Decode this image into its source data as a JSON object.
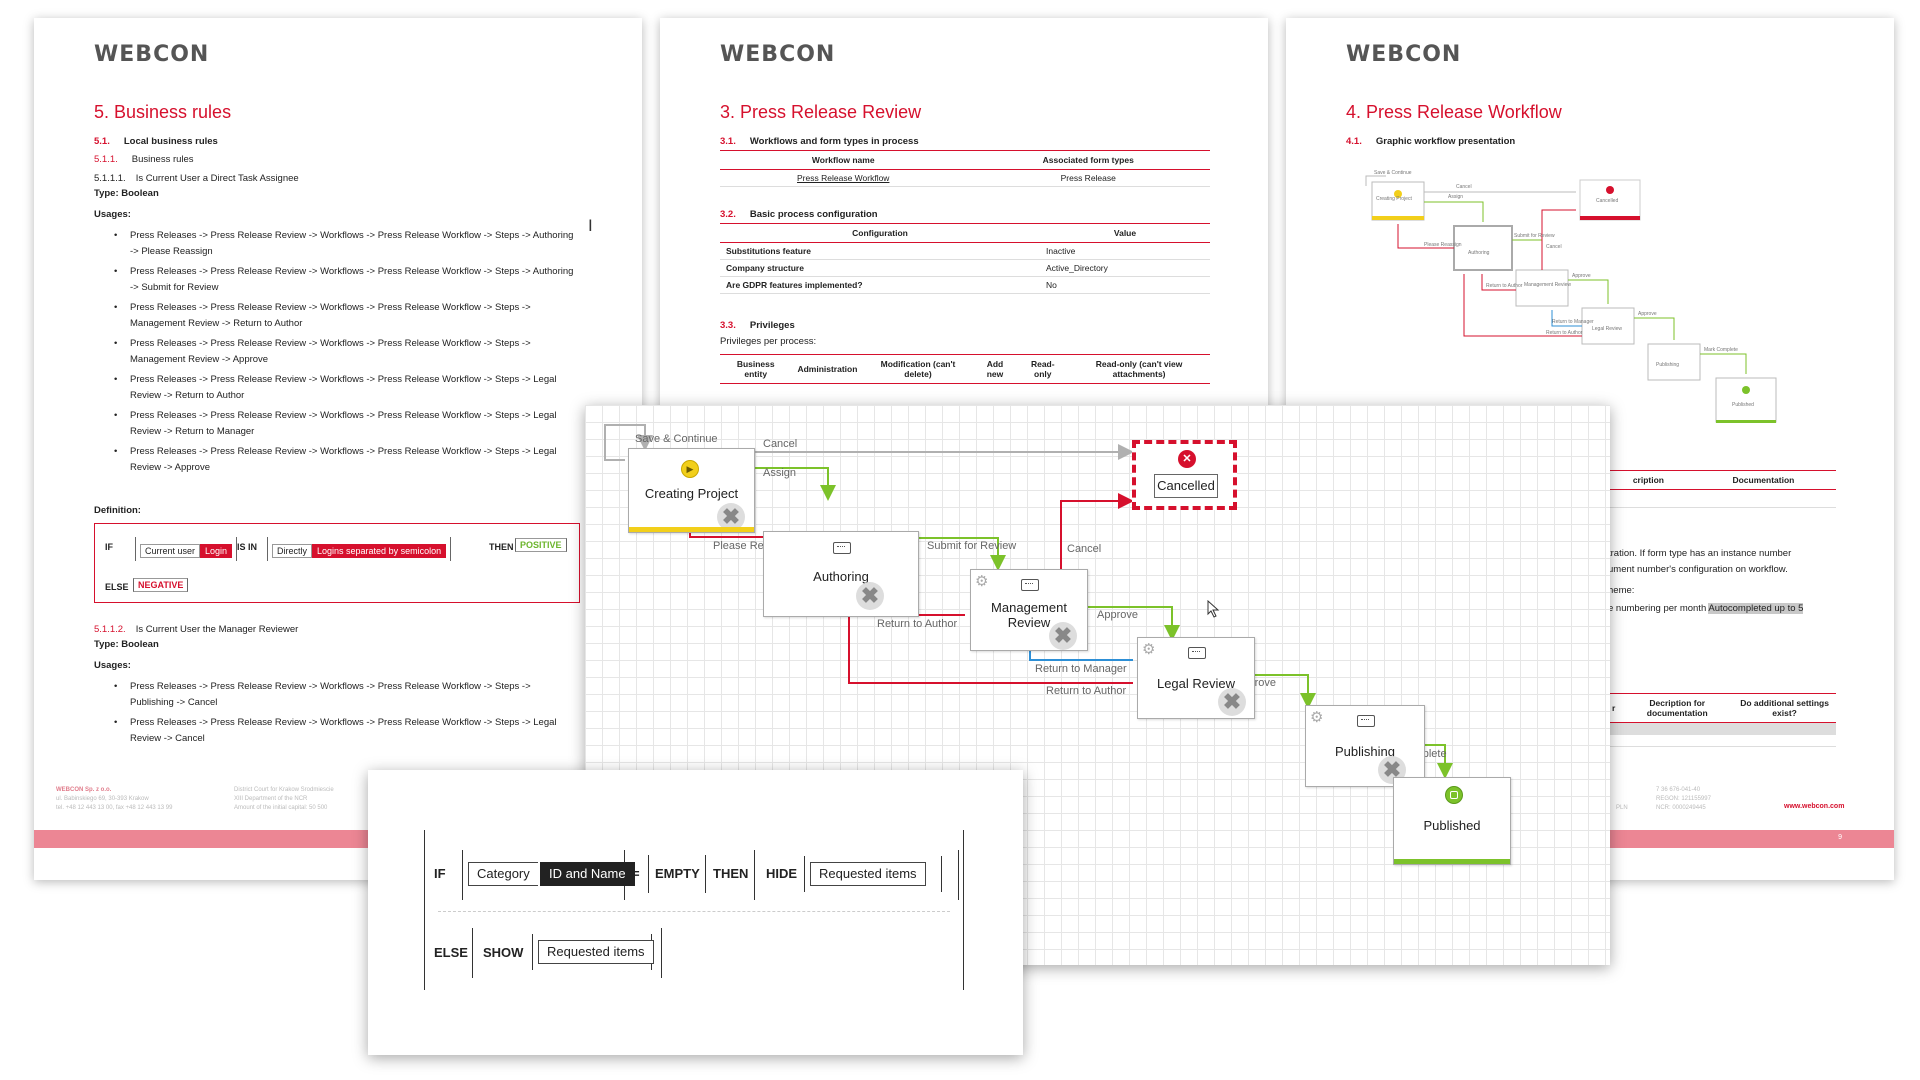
{
  "logo": "WEBCON",
  "page1": {
    "title": "5. Business rules",
    "s51_num": "5.1.",
    "s51": "Local business rules",
    "s511_num": "5.1.1.",
    "s511": "Business rules",
    "rule1_num": "5.1.1.1.",
    "rule1": "Is Current User a Direct Task Assignee",
    "type1": "Type: Boolean",
    "usages_label": "Usages:",
    "usages1": [
      "Press Releases -> Press Release Review -> Workflows -> Press Release Workflow -> Steps -> Authoring -> Please Reassign",
      "Press Releases -> Press Release Review -> Workflows -> Press Release Workflow -> Steps -> Authoring -> Submit for Review",
      "Press Releases -> Press Release Review -> Workflows -> Press Release Workflow -> Steps -> Management Review -> Return to Author",
      "Press Releases -> Press Release Review -> Workflows -> Press Release Workflow -> Steps -> Management Review -> Approve",
      "Press Releases -> Press Release Review -> Workflows -> Press Release Workflow -> Steps -> Legal Review -> Return to Author",
      "Press Releases -> Press Release Review -> Workflows -> Press Release Workflow -> Steps -> Legal Review -> Return to Manager",
      "Press Releases -> Press Release Review -> Workflows -> Press Release Workflow -> Steps -> Legal Review -> Approve"
    ],
    "definition_label": "Definition:",
    "def": {
      "if": "IF",
      "current_user": "Current user",
      "login": "Login",
      "is_in": "IS IN",
      "directly": "Directly",
      "logins": "Logins separated by semicolon",
      "then": "THEN",
      "positive": "POSITIVE",
      "else": "ELSE",
      "negative": "NEGATIVE"
    },
    "rule2_num": "5.1.1.2.",
    "rule2": "Is Current User the Manager Reviewer",
    "type2": "Type: Boolean",
    "usages2": [
      "Press Releases -> Press Release Review -> Workflows -> Press Release Workflow -> Steps -> Publishing -> Cancel",
      "Press Releases -> Press Release Review -> Workflows -> Press Release Workflow -> Steps -> Legal Review -> Cancel"
    ],
    "footer": "WEBCON Sp. z o.o.",
    "footer_addr": "ul. Babinskiego 69, 30-393 Krakow",
    "footer_tel": "tel. +48 12 443 13 00, fax +48 12 443 13 99",
    "footer_court": "District Court for Krakow Srodmiescie",
    "footer_dept": "XIII Department of the NCR",
    "footer_cap": "Amount of the initial capital: 50 500"
  },
  "page2": {
    "title": "3. Press Release Review",
    "s31_num": "3.1.",
    "s31": "Workflows and form types in process",
    "t1_headers": [
      "Workflow name",
      "Associated form types"
    ],
    "t1_rows": [
      [
        "Press Release Workflow",
        "Press Release"
      ]
    ],
    "s32_num": "3.2.",
    "s32": "Basic process configuration",
    "t2_headers": [
      "Configuration",
      "Value"
    ],
    "t2_rows": [
      [
        "Substitutions feature",
        "Inactive"
      ],
      [
        "Company structure",
        "Active_Directory"
      ],
      [
        "Are GDPR features implemented?",
        "No"
      ]
    ],
    "s33_num": "3.3.",
    "s33": "Privileges",
    "priv_text": "Privileges per process:",
    "t3_headers": [
      "Business entity",
      "Administration",
      "Modification (can't delete)",
      "Add new",
      "Read-only",
      "Read-only (can't view attachments)"
    ]
  },
  "page3": {
    "title": "4. Press Release Workflow",
    "s41_num": "4.1.",
    "s41": "Graphic workflow presentation",
    "mini_labels": [
      "Save & Continue",
      "Creating Project",
      "Cancel",
      "Assign",
      "Cancelled",
      "Please Reassign",
      "Authoring",
      "Submit for Review",
      "Cancel",
      "Return to Author",
      "Management Review",
      "Approve",
      "Return to Author",
      "Return to Manager",
      "Legal Review",
      "Approve",
      "Publishing",
      "Mark Complete",
      "Published"
    ],
    "table_headers": [
      "cription",
      "Documentation"
    ],
    "text1": "tration. If form type has an instance number",
    "text2": "ument number's configuration on workflow.",
    "text3": "heme:",
    "text4": "e numbering per month",
    "text4_hl": "Autocompleted up to 5",
    "table2_headers": [
      "r",
      "Decription for documentation",
      "Do additional settings exist?"
    ],
    "footer_a": "7 36 676-041-40",
    "footer_b": "REGON: 121155997",
    "footer_c": "NCR: 0000249445",
    "footer_d": "PLN",
    "footer_web": "www.webcon.com",
    "page_num": "9"
  },
  "workflow": {
    "labels": {
      "save_continue": "Save & Continue",
      "cancel_top": "Cancel",
      "assign": "Assign",
      "please_reassign": "Please Reassign",
      "submit_for_review": "Submit for Review",
      "cancel_mid": "Cancel",
      "return_to_author1": "Return to Author",
      "approve1": "Approve",
      "return_to_manager": "Return to Manager",
      "return_to_author2": "Return to Author",
      "approve2": "Approve",
      "mark_complete": "Mark Complete"
    },
    "steps": {
      "creating_project": "Creating Project",
      "cancelled": "Cancelled",
      "authoring": "Authoring",
      "management_review": "Management Review",
      "legal_review": "Legal Review",
      "publishing": "Publishing",
      "published": "Published"
    },
    "colors": {
      "green": "#7cc22a",
      "red": "#d6102d",
      "gray": "#b0b0b0",
      "blue": "#2d8fd6",
      "yellow": "#f2cf1a"
    }
  },
  "rule": {
    "if": "IF",
    "category": "Category",
    "id_and_name": "ID and Name",
    "equals": "=",
    "empty": "EMPTY",
    "then": "THEN",
    "hide": "HIDE",
    "requested_items_1": "Requested items",
    "else": "ELSE",
    "show": "SHOW",
    "requested_items_2": "Requested items"
  }
}
